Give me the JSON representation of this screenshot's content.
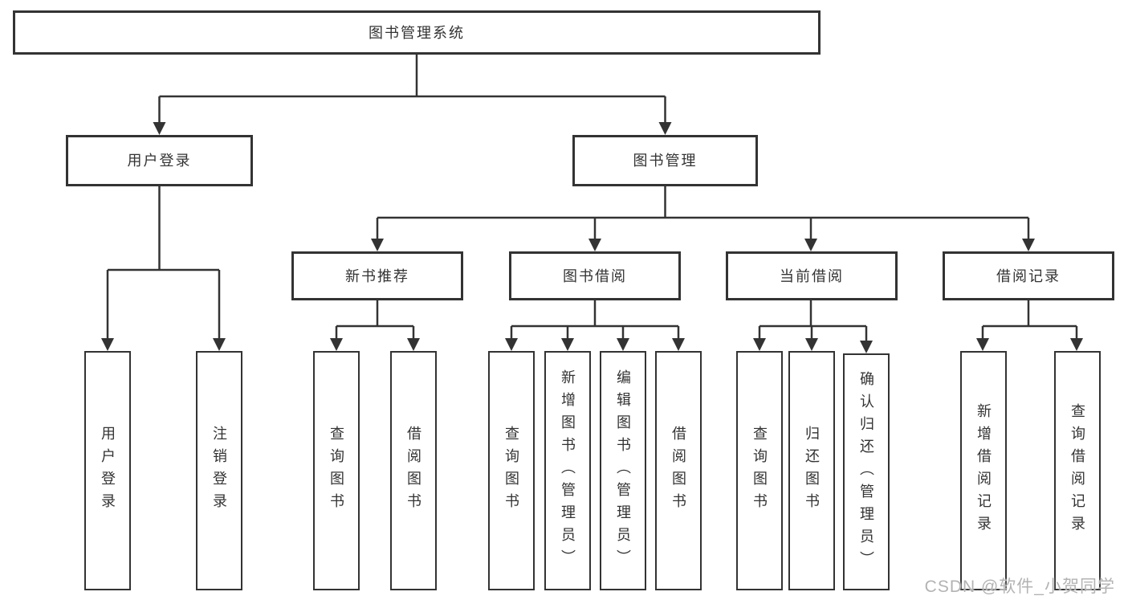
{
  "diagram": {
    "root": "图书管理系统",
    "user_login": {
      "label": "用户登录",
      "children": [
        "用户登录",
        "注销登录"
      ]
    },
    "book_mgmt": {
      "label": "图书管理",
      "groups": {
        "new_books": {
          "label": "新书推荐",
          "children": [
            "查询图书",
            "借阅图书"
          ]
        },
        "borrowing": {
          "label": "图书借阅",
          "children": [
            "查询图书",
            "新增图书（管理员）",
            "编辑图书（管理员）",
            "借阅图书"
          ]
        },
        "current": {
          "label": "当前借阅",
          "children": [
            "查询图书",
            "归还图书",
            "确认归还（管理员）"
          ]
        },
        "records": {
          "label": "借阅记录",
          "children": [
            "新增借阅记录",
            "查询借阅记录"
          ]
        }
      }
    }
  },
  "watermark": {
    "text": "CSDN @软件_小贺同学"
  },
  "colors": {
    "line": "#333333",
    "text": "#333333",
    "watermark": "#b3b3b3",
    "background": "#ffffff"
  }
}
